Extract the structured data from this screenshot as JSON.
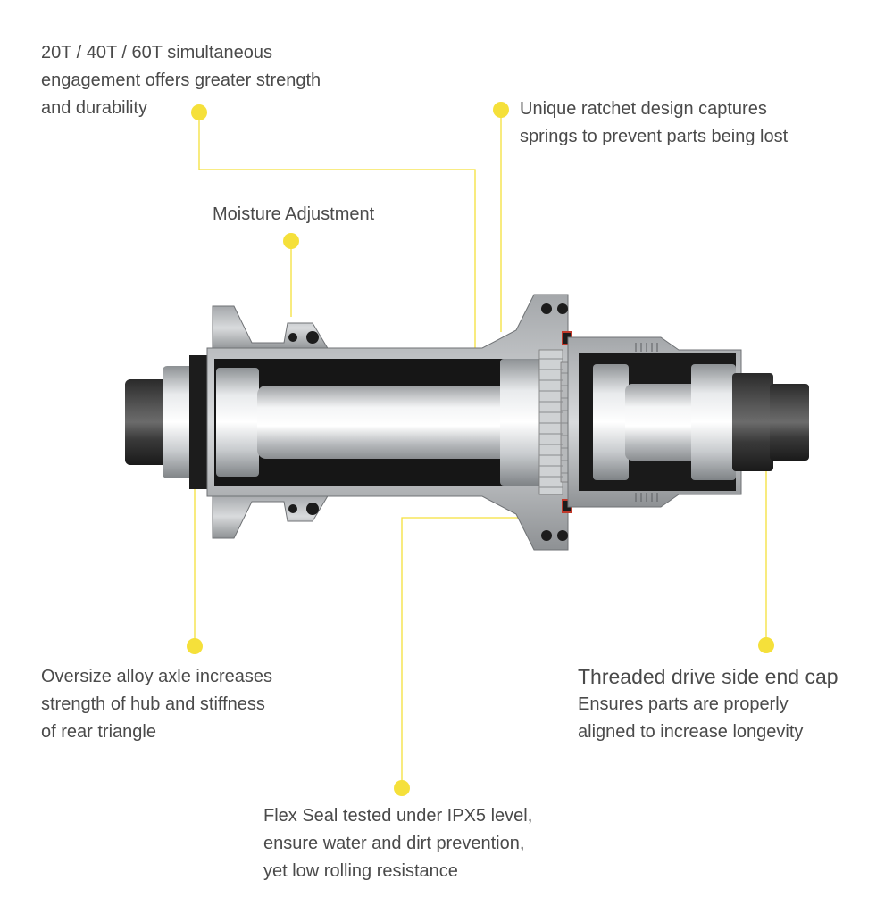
{
  "colors": {
    "accent": "#f5e03a",
    "text": "#4a4a4a",
    "hub_metal": "#b9bcbf",
    "hub_dark": "#1c1c1c"
  },
  "callouts": {
    "engagement": {
      "lines": [
        "20T / 40T / 60T simultaneous",
        "engagement offers greater strength",
        "and durability"
      ]
    },
    "ratchet": {
      "lines": [
        "Unique ratchet design captures",
        "springs to prevent parts being lost"
      ]
    },
    "moisture": {
      "lines": [
        "Moisture Adjustment"
      ]
    },
    "axle": {
      "lines": [
        "Oversize alloy axle increases",
        "strength of hub and stiffness",
        "of rear triangle"
      ]
    },
    "endcap": {
      "title": "Threaded drive side end cap",
      "lines": [
        "Ensures parts are properly",
        "aligned to increase longevity"
      ]
    },
    "seal": {
      "lines": [
        "Flex Seal tested under IPX5 level,",
        "ensure water and dirt prevention,",
        "yet low rolling resistance"
      ]
    }
  }
}
